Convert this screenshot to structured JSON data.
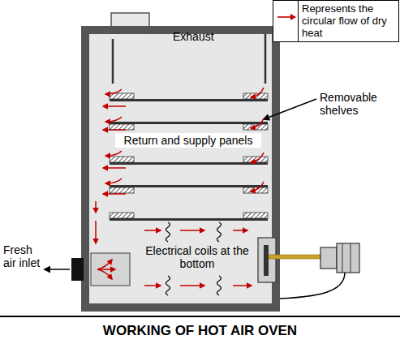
{
  "diagram": {
    "title": "WORKING OF HOT AIR OVEN",
    "labels": [
      "Exhaust",
      "Removable shelves",
      "Return and supply panels",
      "Fresh air inlet",
      "Electrical coils at the bottom"
    ],
    "legend": [
      {
        "text": "Represents the circular flow of dry heat"
      }
    ]
  }
}
